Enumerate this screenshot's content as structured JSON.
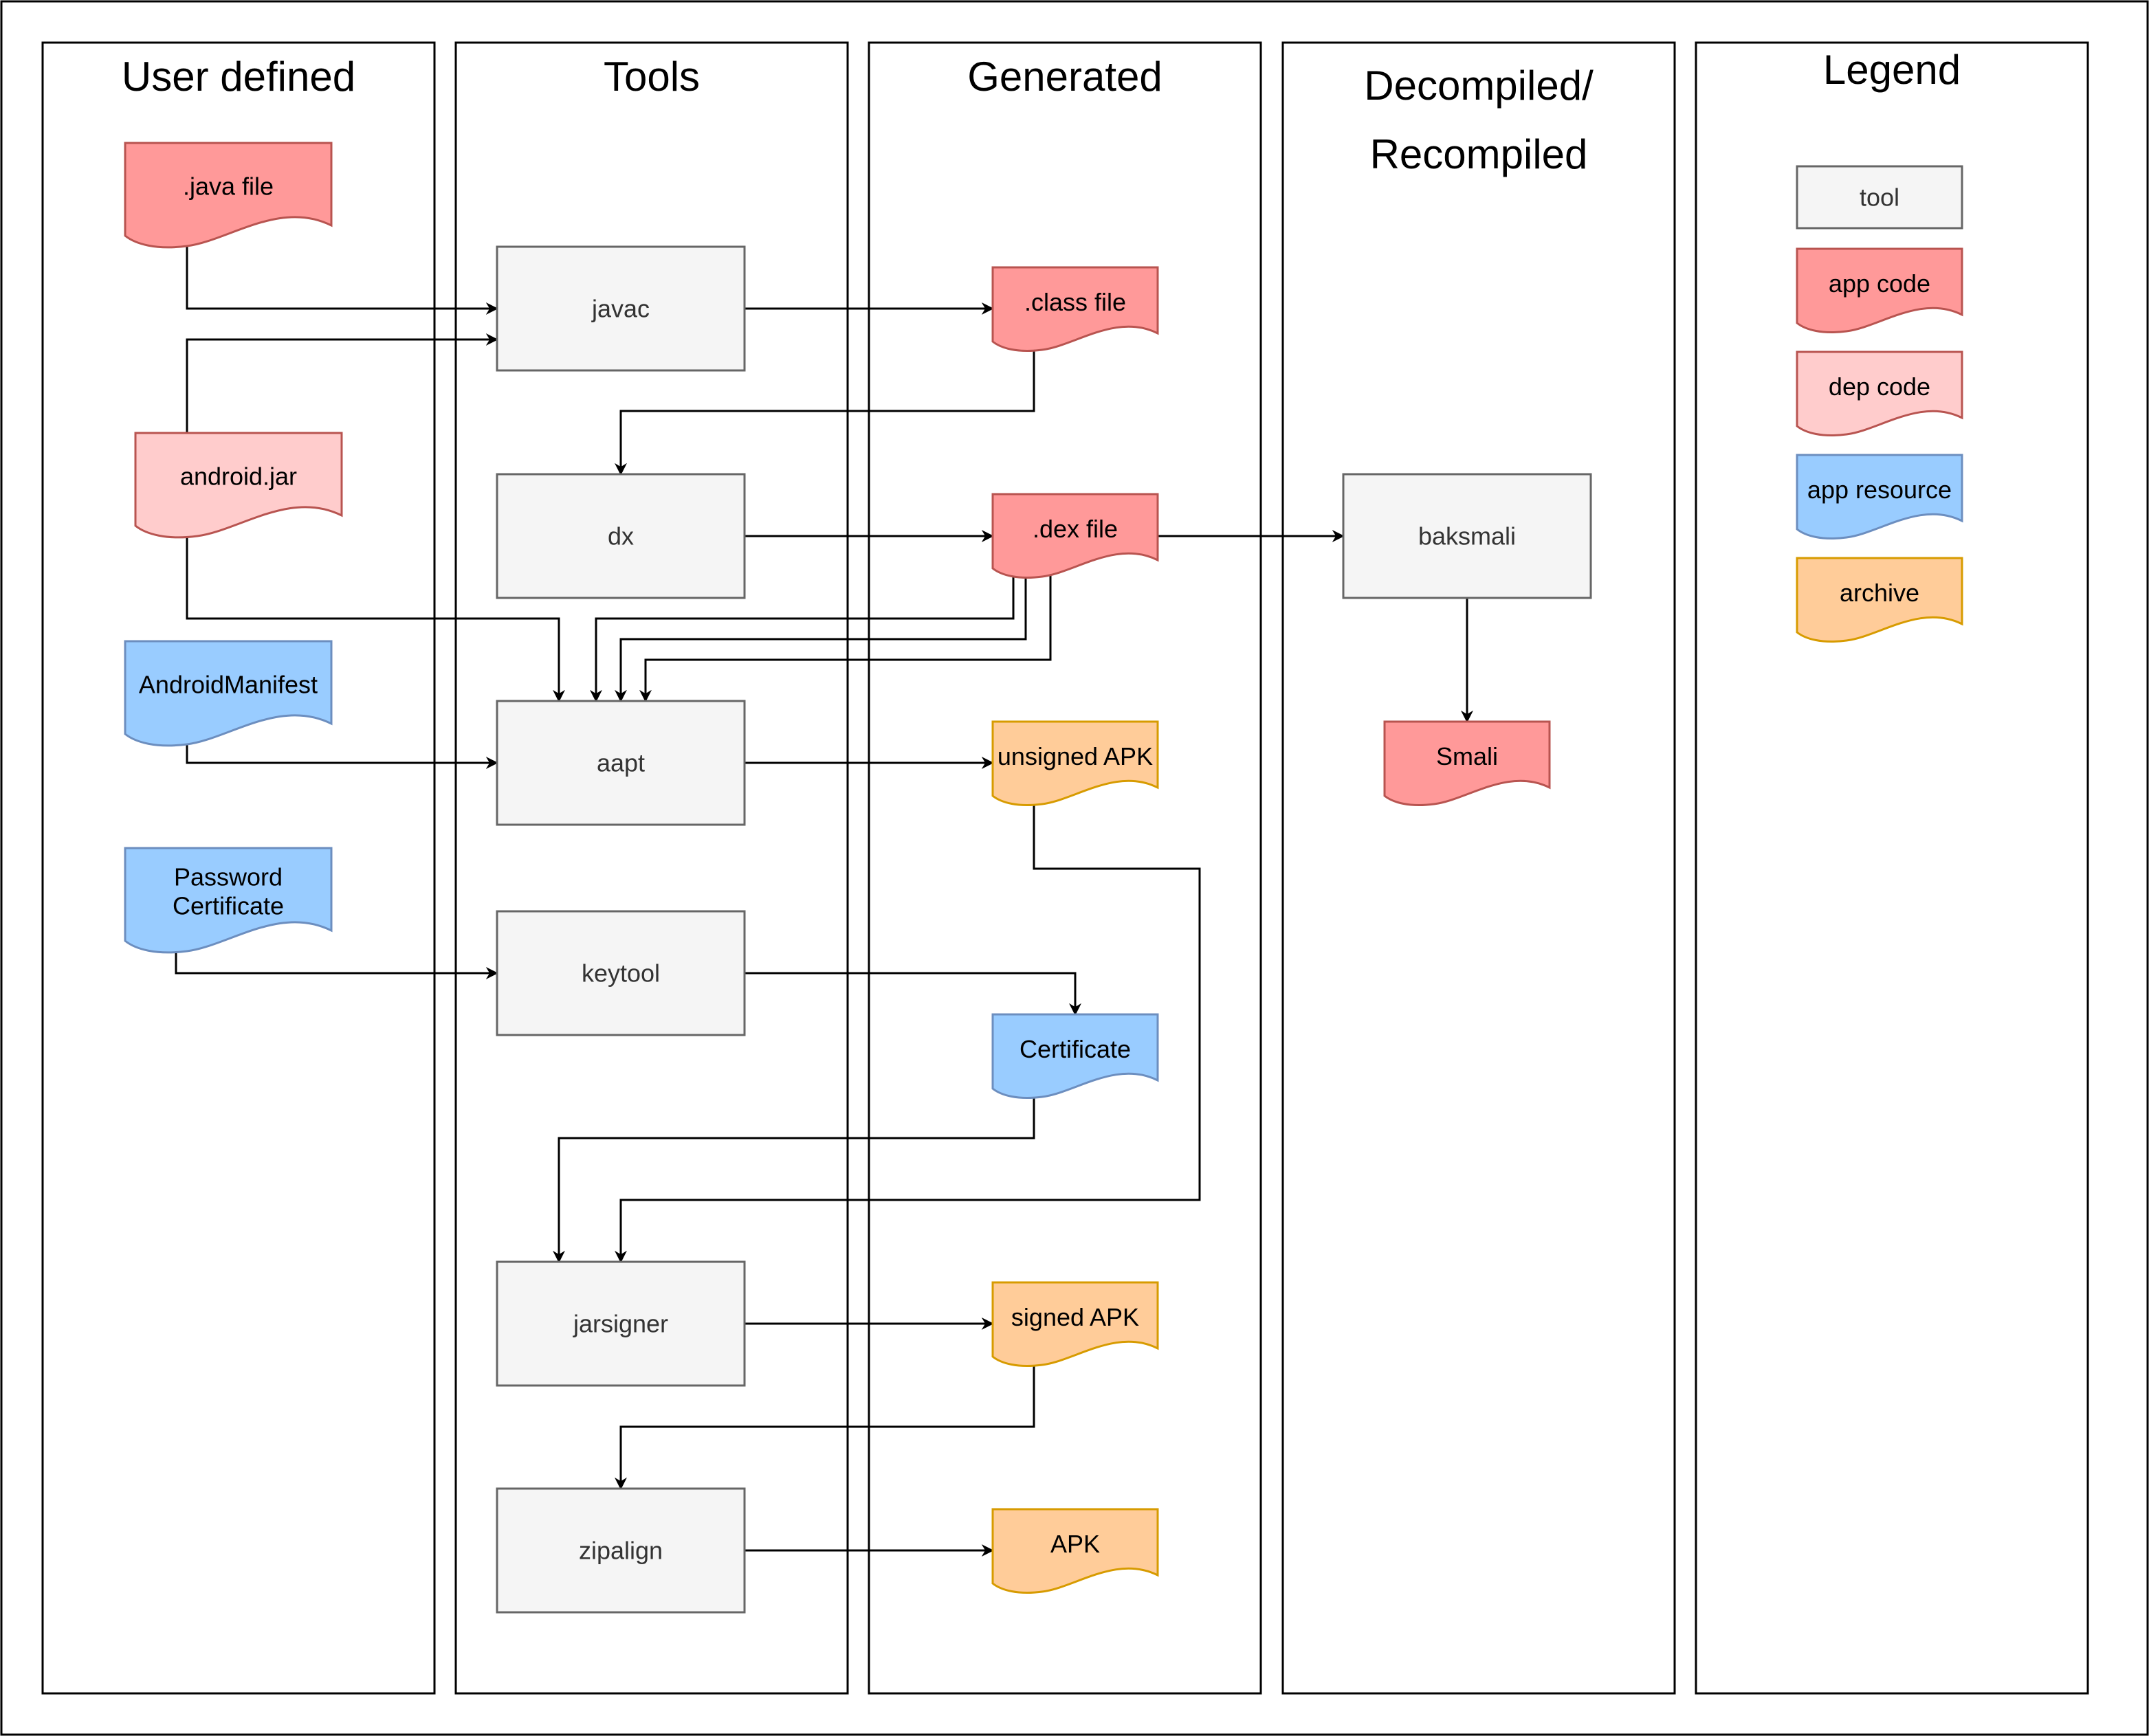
{
  "lanes": [
    {
      "title_lines": [
        "User defined"
      ]
    },
    {
      "title_lines": [
        "Tools"
      ]
    },
    {
      "title_lines": [
        "Generated"
      ]
    },
    {
      "title_lines": [
        "Decompiled/",
        "Recompiled"
      ]
    },
    {
      "title_lines": [
        "Legend"
      ]
    }
  ],
  "styles": {
    "tool": {
      "fill": "#f5f5f5",
      "stroke": "#666666"
    },
    "app_code": {
      "fill": "#ff9999",
      "stroke": "#b85450"
    },
    "dep_code": {
      "fill": "#ffcccc",
      "stroke": "#b85450"
    },
    "app_resource": {
      "fill": "#99ccff",
      "stroke": "#6c8ebf"
    },
    "archive": {
      "fill": "#ffcc99",
      "stroke": "#d79b00"
    }
  },
  "nodes": {
    "java_file": {
      "label": ".java file",
      "kind": "app_code"
    },
    "android_jar": {
      "label": "android.jar",
      "kind": "dep_code"
    },
    "android_manifest": {
      "label": "AndroidManifest",
      "kind": "app_resource"
    },
    "password_certificate": {
      "label_lines": [
        "Password",
        "Certificate"
      ],
      "kind": "app_resource"
    },
    "javac": {
      "label": "javac",
      "kind": "tool"
    },
    "dx": {
      "label": "dx",
      "kind": "tool"
    },
    "aapt": {
      "label": "aapt",
      "kind": "tool"
    },
    "keytool": {
      "label": "keytool",
      "kind": "tool"
    },
    "jarsigner": {
      "label": "jarsigner",
      "kind": "tool"
    },
    "zipalign": {
      "label": "zipalign",
      "kind": "tool"
    },
    "class_file": {
      "label": ".class file",
      "kind": "app_code"
    },
    "dex_file": {
      "label": ".dex file",
      "kind": "app_code"
    },
    "unsigned_apk": {
      "label": "unsigned APK",
      "kind": "archive"
    },
    "certificate": {
      "label": "Certificate",
      "kind": "app_resource"
    },
    "signed_apk": {
      "label": "signed APK",
      "kind": "archive"
    },
    "apk": {
      "label": "APK",
      "kind": "archive"
    },
    "baksmali": {
      "label": "baksmali",
      "kind": "tool"
    },
    "smali": {
      "label": "Smali",
      "kind": "app_code"
    }
  },
  "legend": [
    {
      "label": "tool",
      "kind": "tool"
    },
    {
      "label": "app code",
      "kind": "app_code"
    },
    {
      "label": "dep code",
      "kind": "dep_code"
    },
    {
      "label": "app resource",
      "kind": "app_resource"
    },
    {
      "label": "archive",
      "kind": "archive"
    }
  ],
  "edges": [
    {
      "from": "java_file",
      "to": "javac"
    },
    {
      "from": "android_jar",
      "to": "javac"
    },
    {
      "from": "android_jar",
      "to": "aapt"
    },
    {
      "from": "android_manifest",
      "to": "aapt"
    },
    {
      "from": "password_certificate",
      "to": "keytool"
    },
    {
      "from": "javac",
      "to": "class_file"
    },
    {
      "from": "class_file",
      "to": "dx"
    },
    {
      "from": "dx",
      "to": "dex_file"
    },
    {
      "from": "dex_file",
      "to": "aapt"
    },
    {
      "from": "dex_file",
      "to": "aapt"
    },
    {
      "from": "dex_file",
      "to": "aapt"
    },
    {
      "from": "dex_file",
      "to": "baksmali"
    },
    {
      "from": "baksmali",
      "to": "smali"
    },
    {
      "from": "aapt",
      "to": "unsigned_apk"
    },
    {
      "from": "keytool",
      "to": "certificate"
    },
    {
      "from": "certificate",
      "to": "jarsigner"
    },
    {
      "from": "unsigned_apk",
      "to": "jarsigner"
    },
    {
      "from": "jarsigner",
      "to": "signed_apk"
    },
    {
      "from": "signed_apk",
      "to": "zipalign"
    },
    {
      "from": "zipalign",
      "to": "apk"
    }
  ]
}
